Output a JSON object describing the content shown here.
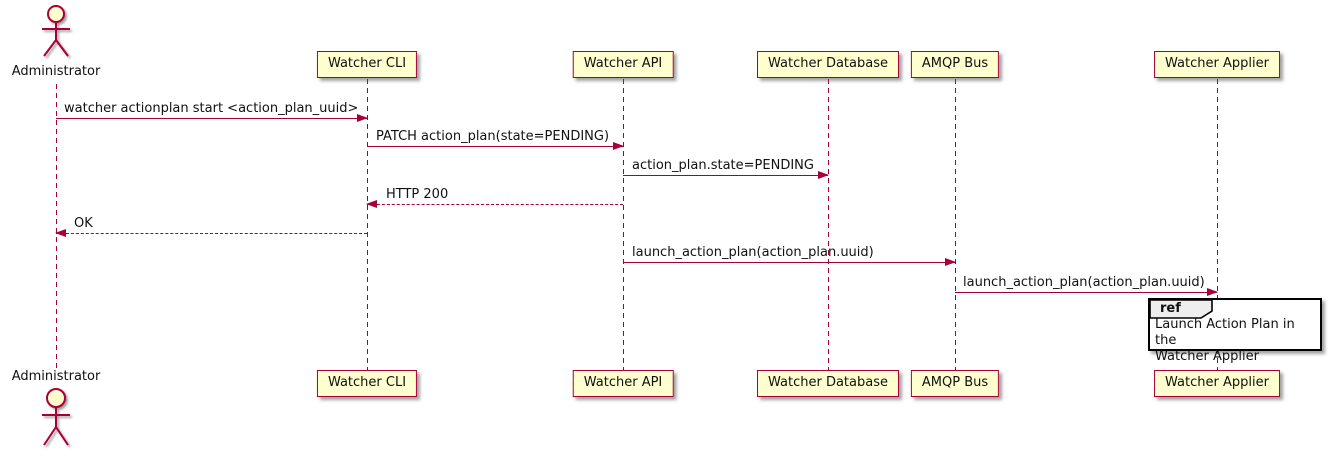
{
  "diagram": {
    "type": "uml-sequence",
    "colors": {
      "participant_fill": "#FEFECE",
      "participant_border": "#A80036",
      "arrow": "#A80036",
      "lifeline": "#A80036",
      "ref_header_fill": "#EEEEEE",
      "ref_border": "#000000"
    },
    "actor": {
      "label": "Administrator"
    },
    "participants": [
      {
        "label": "Watcher CLI"
      },
      {
        "label": "Watcher API"
      },
      {
        "label": "Watcher Database"
      },
      {
        "label": "AMQP Bus"
      },
      {
        "label": "Watcher Applier"
      }
    ],
    "messages": [
      {
        "from": "Administrator",
        "to": "Watcher CLI",
        "style": "solid",
        "label": "watcher actionplan start <action_plan_uuid>"
      },
      {
        "from": "Watcher CLI",
        "to": "Watcher API",
        "style": "solid",
        "label": "PATCH action_plan(state=PENDING)"
      },
      {
        "from": "Watcher API",
        "to": "Watcher Database",
        "style": "solid",
        "label": "action_plan.state=PENDING"
      },
      {
        "from": "Watcher API",
        "to": "Watcher CLI",
        "style": "dashed",
        "label": "HTTP 200"
      },
      {
        "from": "Watcher CLI",
        "to": "Administrator",
        "style": "dashed",
        "label": "OK"
      },
      {
        "from": "Watcher API",
        "to": "AMQP Bus",
        "style": "solid",
        "label": "launch_action_plan(action_plan.uuid)"
      },
      {
        "from": "AMQP Bus",
        "to": "Watcher Applier",
        "style": "solid",
        "label": "launch_action_plan(action_plan.uuid)"
      }
    ],
    "ref": {
      "keyword": "ref",
      "over": "Watcher Applier",
      "line1": "Launch Action Plan in the",
      "line2": "Watcher Applier"
    }
  }
}
